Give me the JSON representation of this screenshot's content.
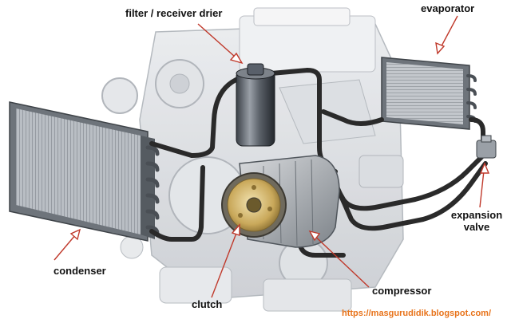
{
  "labels": {
    "filter_receiver_drier": "filter / receiver drier",
    "evaporator": "evaporator",
    "expansion_valve_line1": "expansion",
    "expansion_valve_line2": "valve",
    "condenser": "condenser",
    "clutch": "clutch",
    "compressor": "compressor"
  },
  "credit": "https://masgurudidik.blogspot.com/",
  "colors": {
    "arrow": "#c0392b",
    "credit": "#e8731a",
    "hose": "#2a2a2a",
    "radiator_fin": "#8a9096",
    "clutch_gold": "#c9a85a"
  }
}
